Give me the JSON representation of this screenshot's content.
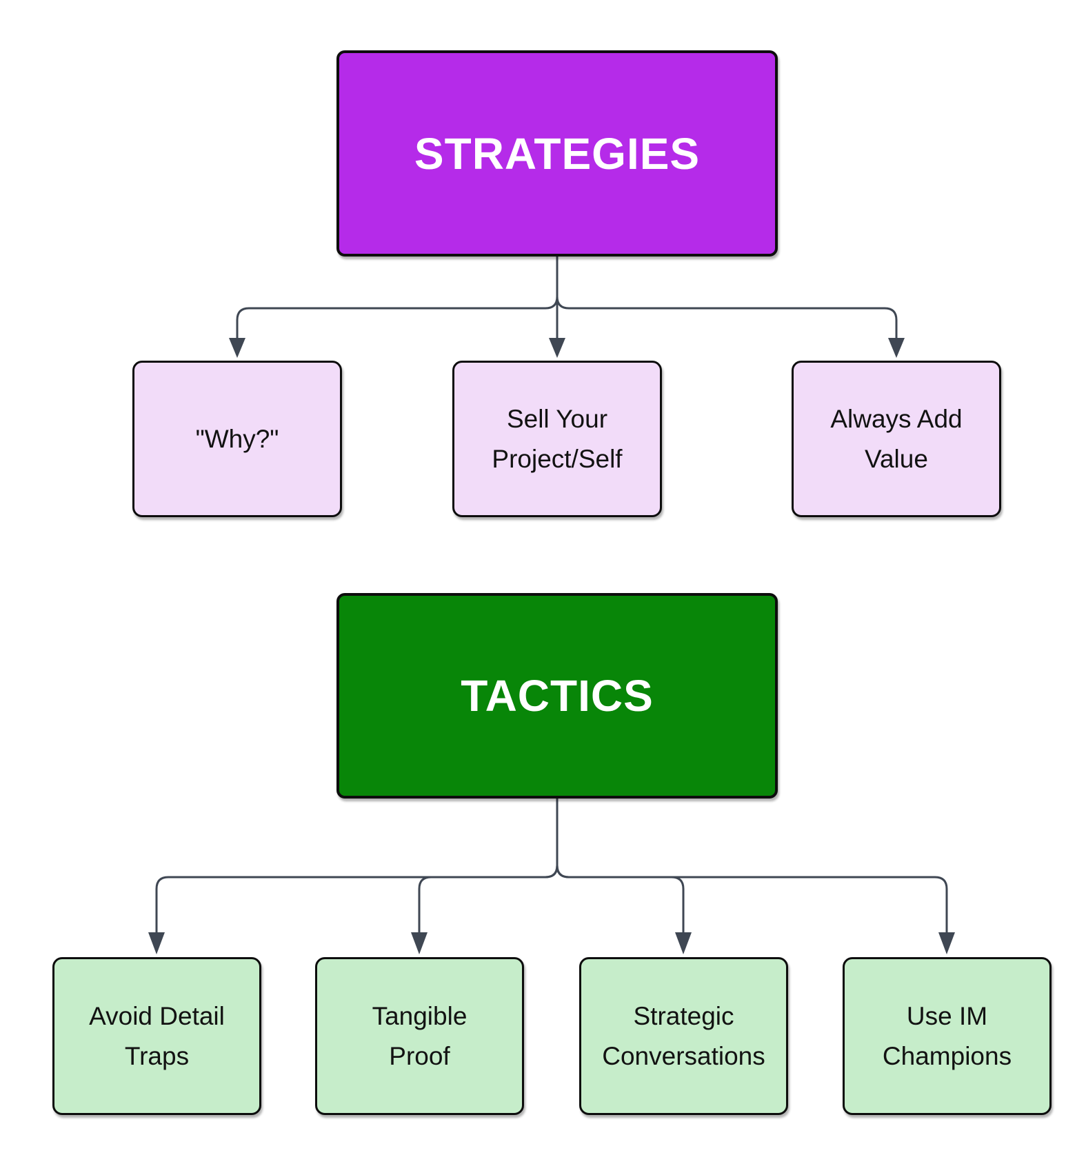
{
  "diagram": {
    "colors": {
      "background": "#ffffff",
      "strategies_fill": "#b52be9",
      "strategies_text": "#ffffff",
      "strategy_child_fill": "#f2dcf9",
      "tactics_fill": "#088608",
      "tactics_text": "#ffffff",
      "tactic_child_fill": "#c6edca",
      "child_text": "#121212",
      "node_border": "#0d0d0d",
      "connector": "#3f4753"
    },
    "strategies": {
      "root_label": "STRATEGIES",
      "children": [
        {
          "label": "\"Why?\""
        },
        {
          "label": "Sell Your\nProject/Self"
        },
        {
          "label": "Always Add\nValue"
        }
      ]
    },
    "tactics": {
      "root_label": "TACTICS",
      "children": [
        {
          "label": "Avoid Detail\nTraps"
        },
        {
          "label": "Tangible\nProof"
        },
        {
          "label": "Strategic\nConversations"
        },
        {
          "label": "Use IM\nChampions"
        }
      ]
    }
  }
}
